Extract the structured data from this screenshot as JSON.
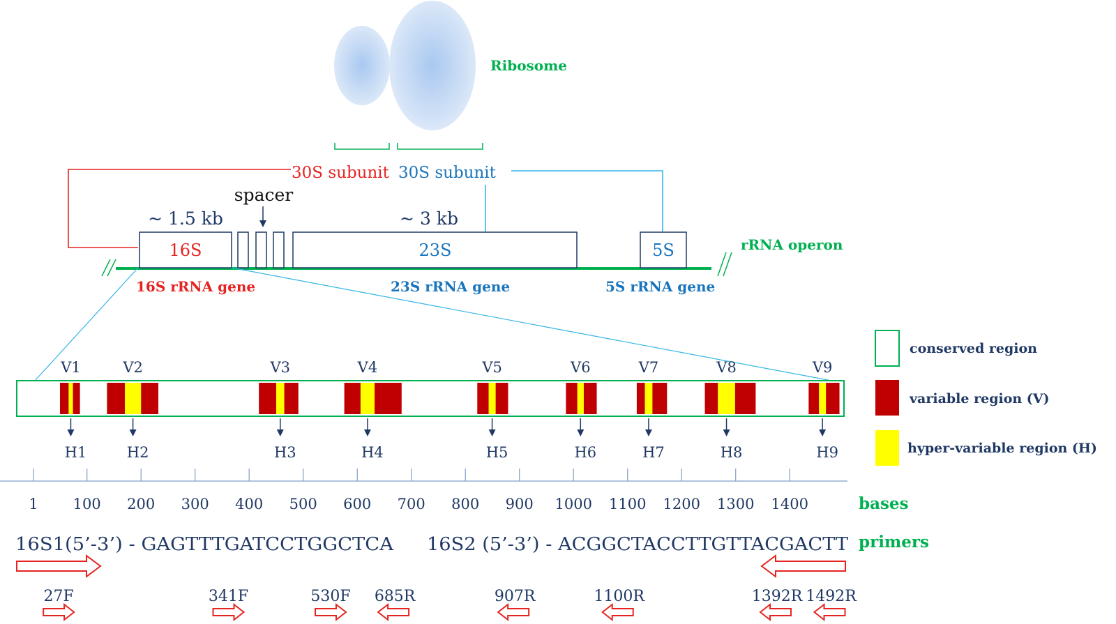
{
  "ribosome": {
    "label": "Ribosome"
  },
  "subunits": {
    "small_label": "30S subunit",
    "large_label": "30S subunit"
  },
  "operon": {
    "label": "rRNA operon",
    "spacer_label": "spacer",
    "size_16s": "~ 1.5 kb",
    "size_23s": "~ 3 kb",
    "box_16s": "16S",
    "box_23s": "23S",
    "box_5s": "5S",
    "gene_16s": "16S rRNA gene",
    "gene_23s": "23S rRNA gene",
    "gene_5s": "5S rRNA gene"
  },
  "regions": [
    {
      "v": "V1",
      "h": "H1",
      "start": 50,
      "end": 87,
      "hstart": 66,
      "hend": 74
    },
    {
      "v": "V2",
      "h": "H2",
      "start": 137,
      "end": 232,
      "hstart": 170,
      "hend": 200
    },
    {
      "v": "V3",
      "h": "H3",
      "start": 418,
      "end": 491,
      "hstart": 450,
      "hend": 465
    },
    {
      "v": "V4",
      "h": "H4",
      "start": 576,
      "end": 682,
      "hstart": 606,
      "hend": 632
    },
    {
      "v": "V5",
      "h": "H5",
      "start": 822,
      "end": 879,
      "hstart": 843,
      "hend": 856
    },
    {
      "v": "V6",
      "h": "H6",
      "start": 986,
      "end": 1043,
      "hstart": 1007,
      "hend": 1019
    },
    {
      "v": "V7",
      "h": "H7",
      "start": 1117,
      "end": 1173,
      "hstart": 1132,
      "hend": 1146
    },
    {
      "v": "V8",
      "h": "H8",
      "start": 1243,
      "end": 1337,
      "hstart": 1267,
      "hend": 1299
    },
    {
      "v": "V9",
      "h": "H9",
      "start": 1435,
      "end": 1492,
      "hstart": 1454,
      "hend": 1467
    }
  ],
  "legend": {
    "conserved": "conserved region",
    "variable": "variable region (V)",
    "hypervariable": "hyper-variable region (H)"
  },
  "axis": {
    "label": "bases",
    "ticks": [
      "1",
      "100",
      "200",
      "300",
      "400",
      "500",
      "600",
      "700",
      "800",
      "900",
      "1000",
      "1100",
      "1200",
      "1300",
      "1400"
    ]
  },
  "primers": {
    "label": "primers",
    "primer1": "16S1(5’-3’) - GAGTTTGATCCTGGCTCA",
    "primer2": "16S2 (5’-3’) - ACGGCTACCTTGTTACGACTT",
    "list": [
      {
        "name": "27F",
        "pos": 27,
        "dir": "F"
      },
      {
        "name": "341F",
        "pos": 341,
        "dir": "F"
      },
      {
        "name": "530F",
        "pos": 530,
        "dir": "F"
      },
      {
        "name": "685R",
        "pos": 685,
        "dir": "R"
      },
      {
        "name": "907R",
        "pos": 907,
        "dir": "R"
      },
      {
        "name": "1100R",
        "pos": 1100,
        "dir": "R"
      },
      {
        "name": "1392R",
        "pos": 1392,
        "dir": "R"
      },
      {
        "name": "1492R",
        "pos": 1492,
        "dir": "R"
      }
    ]
  },
  "colors": {
    "red": "#e52421",
    "blue": "#1a75bc",
    "navy": "#1f3864",
    "green": "#00b050",
    "cyan": "#33b5e5",
    "darkred": "#c00000",
    "yellow": "#ffff00"
  }
}
